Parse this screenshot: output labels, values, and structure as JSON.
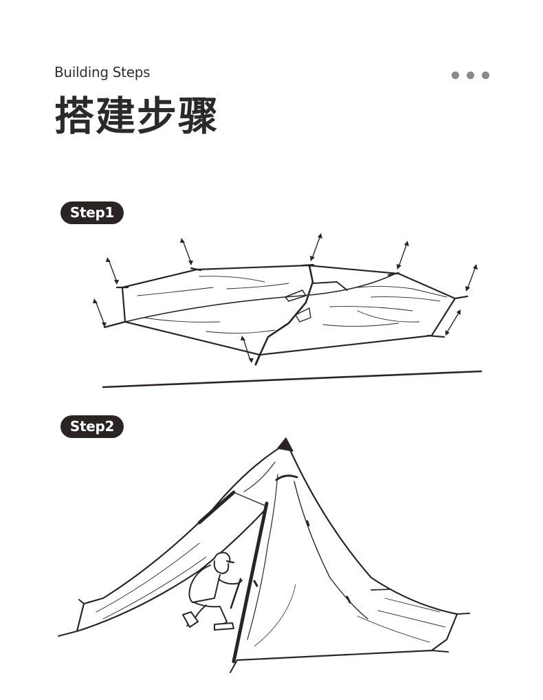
{
  "header": {
    "subtitle": "Building Steps",
    "title": "搭建步骤"
  },
  "steps": [
    {
      "label": "Step1"
    },
    {
      "label": "Step2"
    }
  ],
  "colors": {
    "ink": "#2b2424",
    "dots": "#8a8a8a",
    "background": "#ffffff"
  }
}
